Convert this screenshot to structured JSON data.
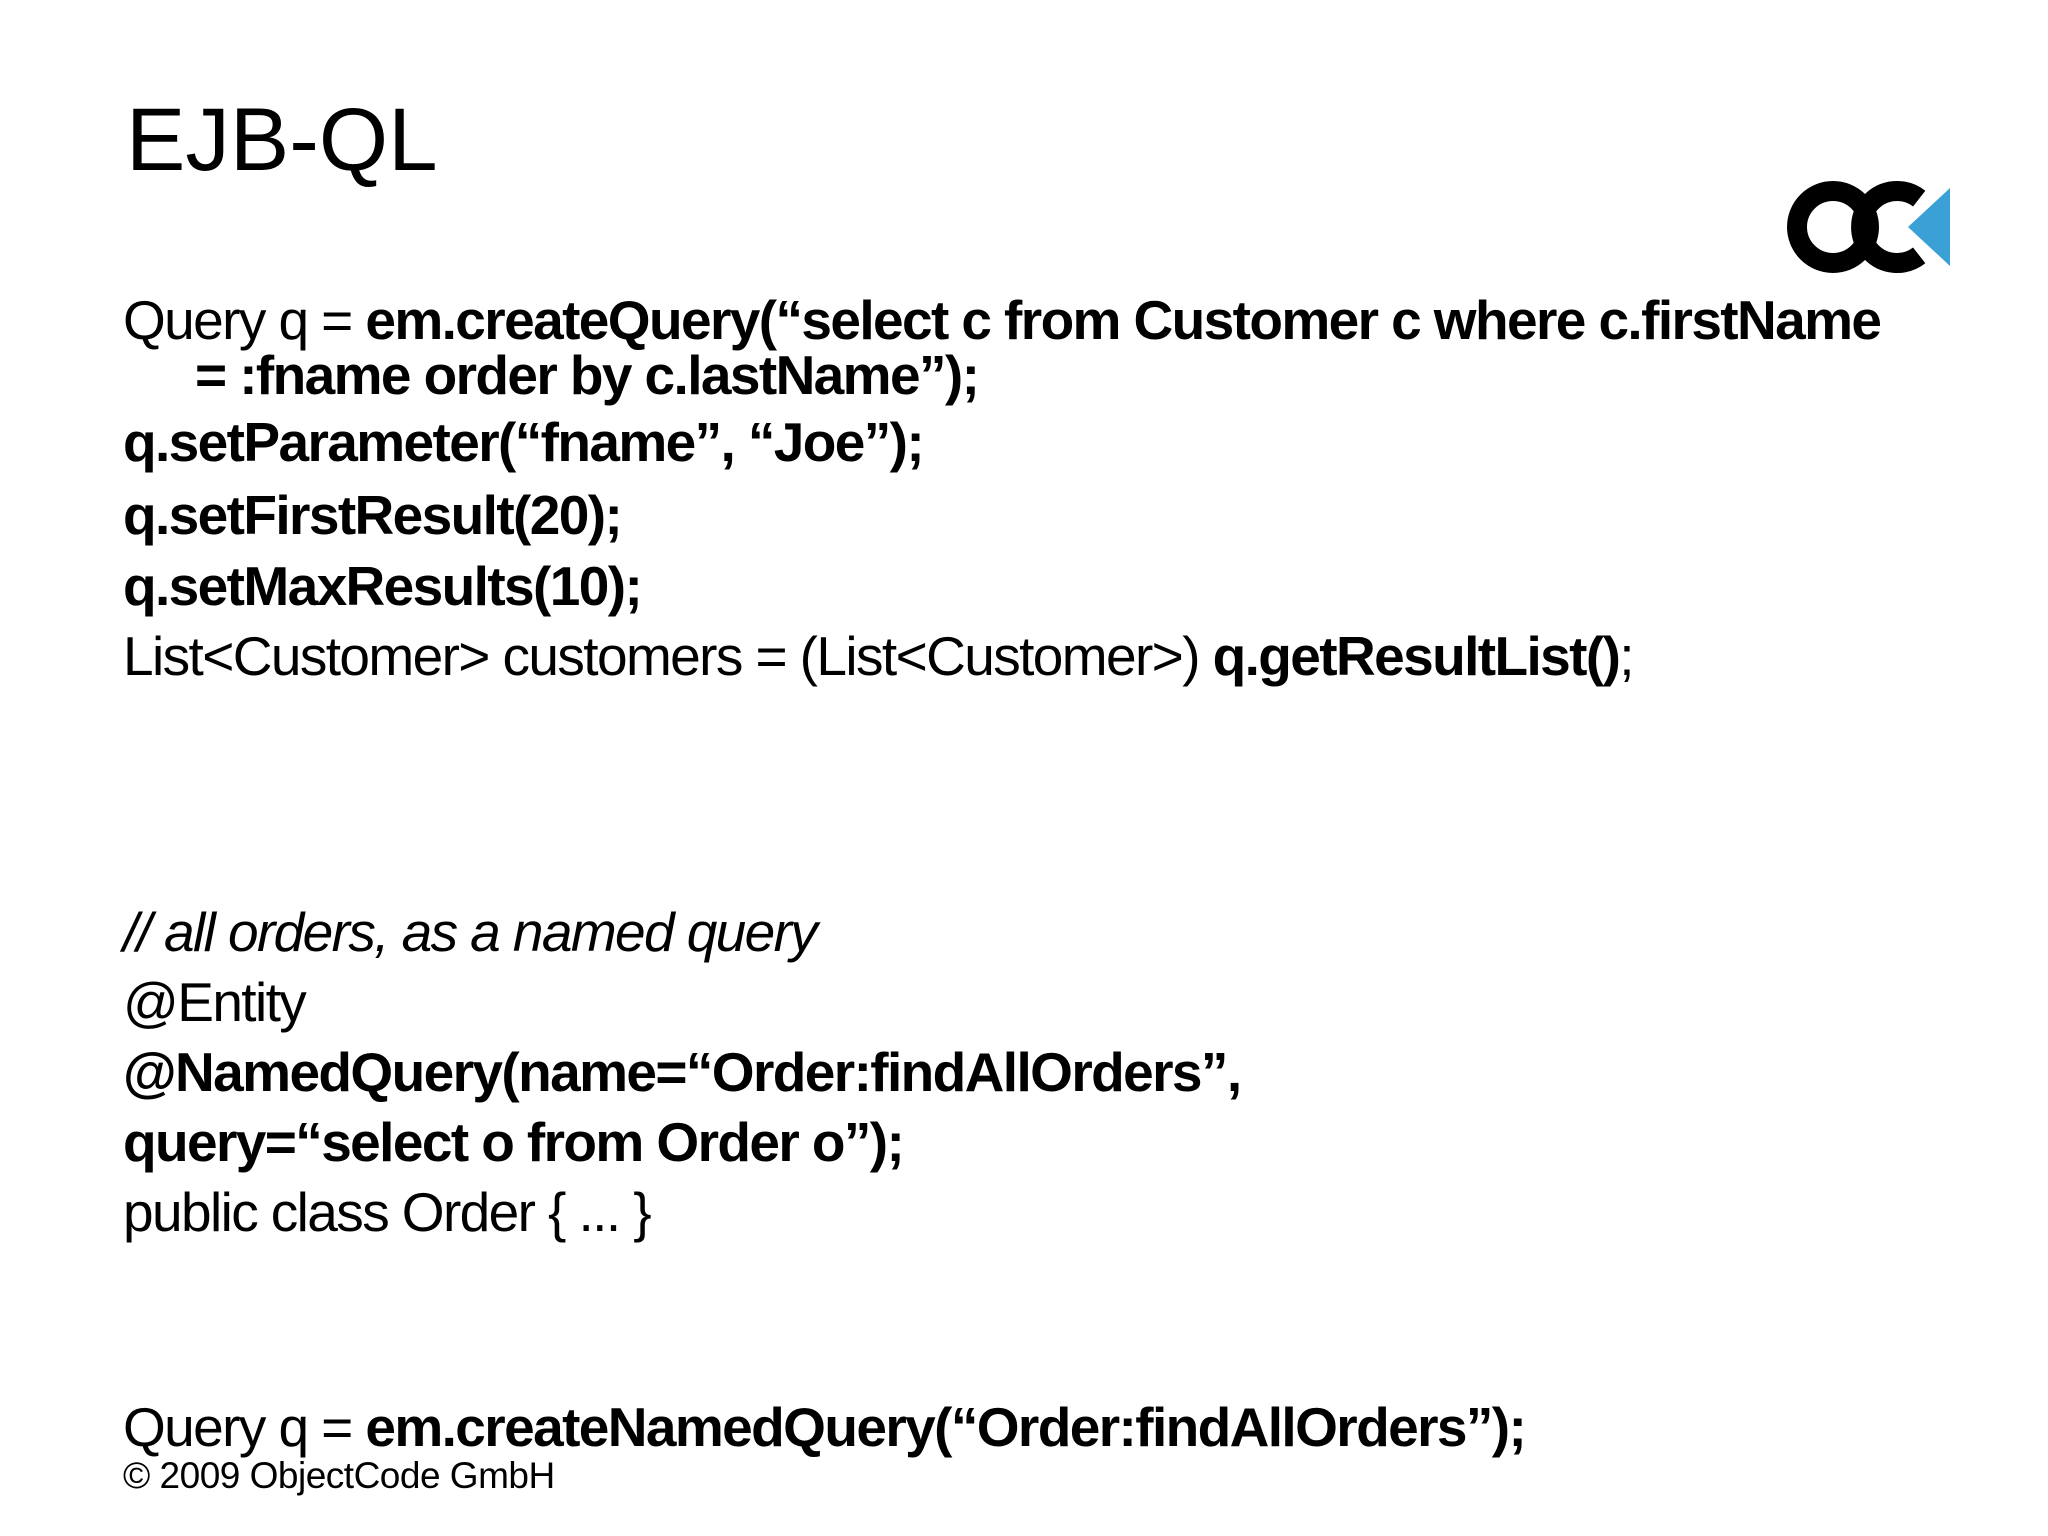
{
  "slide": {
    "title": "EJB-QL",
    "footer": "© 2009 ObjectCode GmbH",
    "colors": {
      "background": "#FFFFFF",
      "text": "#000000",
      "rule_blue": "#56ABD9",
      "logo_triangle_blue": "#3AA0D5",
      "logo_black": "#000000"
    },
    "logo": {
      "name": "objectcode-logo"
    },
    "code_top": [
      {
        "segs": [
          {
            "t": "Query q = ",
            "style": "regular"
          },
          {
            "t": "em.createQuery(“select c from Customer c where c.firstName",
            "style": "bold"
          }
        ]
      },
      {
        "segs": [
          {
            "t": "= :fname order by c.lastName”);",
            "style": "bold"
          }
        ]
      },
      {
        "segs": [
          {
            "t": "q.setParameter(“fname”, “Joe”);",
            "style": "bold"
          }
        ]
      },
      {
        "segs": [
          {
            "t": "q.setFirstResult(20);",
            "style": "bold"
          }
        ]
      },
      {
        "segs": [
          {
            "t": "q.setMaxResults(10);",
            "style": "bold"
          }
        ]
      },
      {
        "segs": [
          {
            "t": "List<Customer> customers = (List<Customer>) ",
            "style": "regular"
          },
          {
            "t": "q.getResultList()",
            "style": "bold"
          },
          {
            "t": ";",
            "style": "regular"
          }
        ]
      }
    ],
    "code_middle": [
      {
        "segs": [
          {
            "t": "// all orders, as a named query",
            "style": "italic"
          }
        ]
      },
      {
        "segs": [
          {
            "t": "@Entity",
            "style": "regular"
          }
        ]
      },
      {
        "segs": [
          {
            "t": "@NamedQuery(name=“Order:findAllOrders”,",
            "style": "bold"
          }
        ]
      },
      {
        "segs": [
          {
            "t": "query=“select o from Order o”);",
            "style": "bold"
          }
        ]
      },
      {
        "segs": [
          {
            "t": "public class Order { ... }",
            "style": "regular"
          }
        ]
      }
    ],
    "code_bottom": [
      {
        "segs": [
          {
            "t": "Query q = ",
            "style": "regular"
          },
          {
            "t": "em.createNamedQuery(“Order:findAllOrders”);",
            "style": "bold"
          }
        ]
      }
    ]
  }
}
